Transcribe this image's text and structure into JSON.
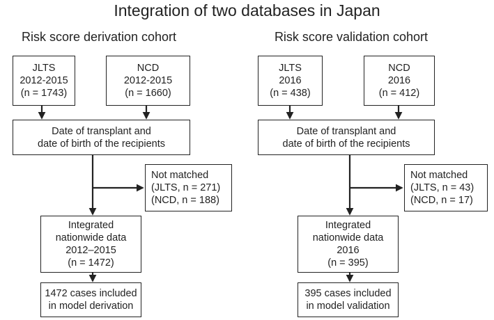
{
  "title": "Integration of two databases in Japan",
  "left": {
    "heading": "Risk score derivation cohort",
    "source1": [
      "JLTS",
      "2012-2015",
      "(n = 1743)"
    ],
    "source2": [
      "NCD",
      "2012-2015",
      "(n = 1660)"
    ],
    "match": [
      "Date of transplant and",
      "date of birth of the recipients"
    ],
    "not_matched": [
      "Not matched",
      "(JLTS, n = 271)",
      "(NCD, n = 188)"
    ],
    "integrated": [
      "Integrated",
      "nationwide data",
      "2012–2015",
      "(n = 1472)"
    ],
    "final": [
      "1472 cases included",
      "in model derivation"
    ]
  },
  "right": {
    "heading": "Risk score validation cohort",
    "source1": [
      "JLTS",
      "2016",
      "(n = 438)"
    ],
    "source2": [
      "NCD",
      "2016",
      "(n = 412)"
    ],
    "match": [
      "Date of transplant and",
      "date of birth of the recipients"
    ],
    "not_matched": [
      "Not matched",
      "(JLTS, n = 43)",
      "(NCD, n = 17)"
    ],
    "integrated": [
      "Integrated",
      "nationwide data",
      "2016",
      "(n = 395)"
    ],
    "final": [
      "395 cases included",
      "in model validation"
    ]
  }
}
